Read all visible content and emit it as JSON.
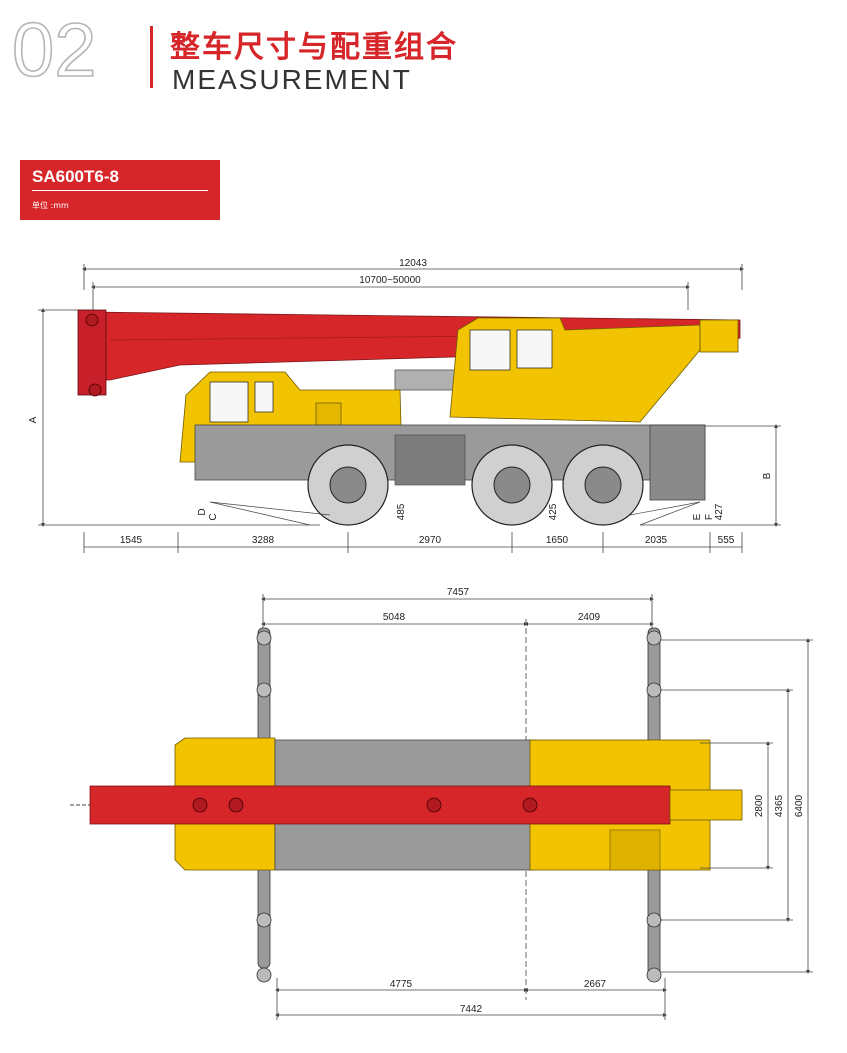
{
  "header": {
    "number": "02",
    "title_cn": "整车尺寸与配重组合",
    "title_en": "MEASUREMENT"
  },
  "model": {
    "name": "SA600T6-8",
    "unit": "单位 :mm"
  },
  "colors": {
    "brand_red": "#d7262a",
    "crane_yellow": "#f2c300",
    "chassis_grey": "#8c8c8c",
    "dimension_line": "#444444"
  },
  "side_view": {
    "overall_length": "12043",
    "boom_length_range": "10700~50000",
    "height_label": "A",
    "rear_height_label": "B",
    "approach_labels": [
      "D",
      "C"
    ],
    "departure_labels": [
      "E",
      "F"
    ],
    "clearances": [
      "485",
      "425",
      "427"
    ],
    "bottom_dims": [
      "1545",
      "3288",
      "2970",
      "1650",
      "2035",
      "555"
    ]
  },
  "top_view": {
    "outrigger_span_longitudinal": "7457",
    "top_split": [
      "5048",
      "2409"
    ],
    "bottom_split": [
      "4775",
      "2667"
    ],
    "bottom_total": "7442",
    "right_dims": [
      "2800",
      "4365",
      "6400"
    ]
  }
}
